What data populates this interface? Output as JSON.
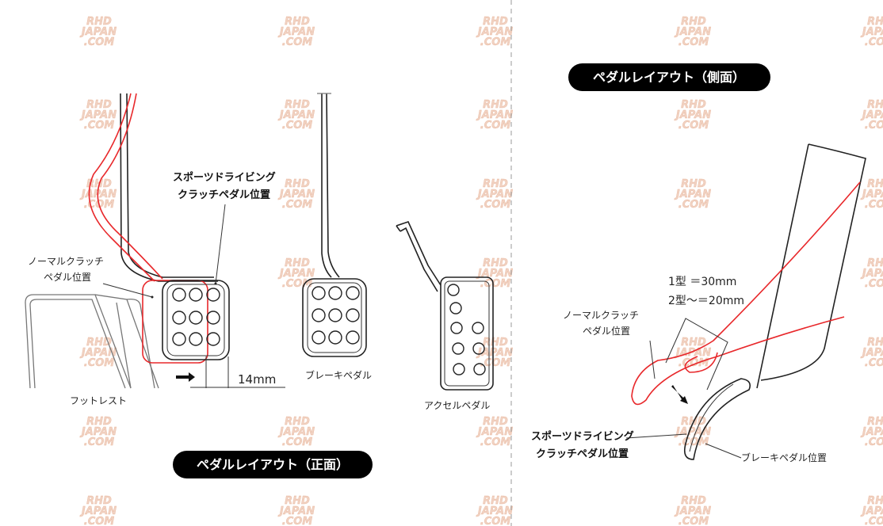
{
  "watermark": {
    "line1": "RHD",
    "line2": "JAPAN",
    "line3": ".COM"
  },
  "front": {
    "title": "ペダルレイアウト（正面）",
    "sport_label_1": "スポーツドライビング",
    "sport_label_2": "クラッチペダル位置",
    "normal_label_1": "ノーマルクラッチ",
    "normal_label_2": "ペダル位置",
    "offset": "14mm",
    "brake": "ブレーキペダル",
    "footrest": "フットレスト",
    "accel": "アクセルペダル"
  },
  "side": {
    "title": "ペダルレイアウト（側面）",
    "type1": "1型 ＝30mm",
    "type2": "2型〜＝20mm",
    "normal_label_1": "ノーマルクラッチ",
    "normal_label_2": "ペダル位置",
    "sport_label_1": "スポーツドライビング",
    "sport_label_2": "クラッチペダル位置",
    "brake": "ブレーキペダル位置"
  },
  "colors": {
    "normal_position": "#e8282b",
    "outline": "#222222",
    "badge": "#000000"
  }
}
